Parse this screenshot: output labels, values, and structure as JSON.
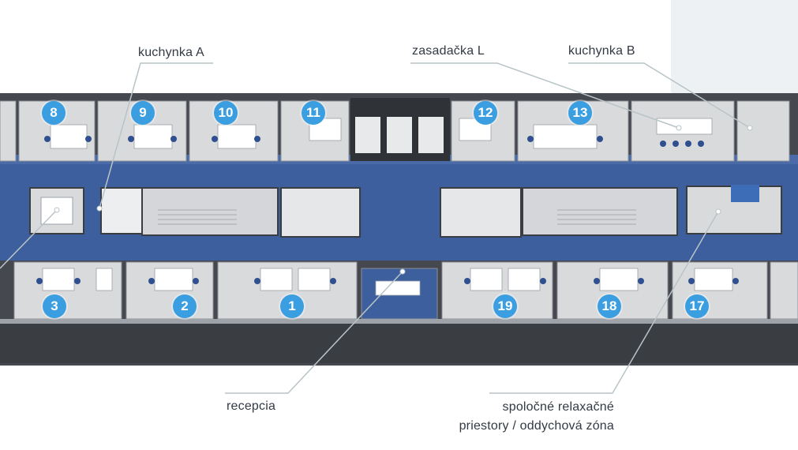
{
  "labels": {
    "kitchen_a": "kuchynka A",
    "meeting_l": "zasadačka L",
    "kitchen_b": "kuchynka B",
    "reception": "recepcia",
    "relax_line1": "spoločné relaxačné",
    "relax_line2": "priestory / oddychová zóna"
  },
  "offices": {
    "o8": "8",
    "o9": "9",
    "o10": "10",
    "o11": "11",
    "o12": "12",
    "o13": "13",
    "o3": "3",
    "o2": "2",
    "o1": "1",
    "o19": "19",
    "o18": "18",
    "o17": "17"
  },
  "colors": {
    "corridor": "#3e5f9e",
    "badge": "#3a9ee0",
    "room_floor": "#d9dadc",
    "wall": "#3a3d42",
    "leader_line": "#b9c4c8"
  }
}
